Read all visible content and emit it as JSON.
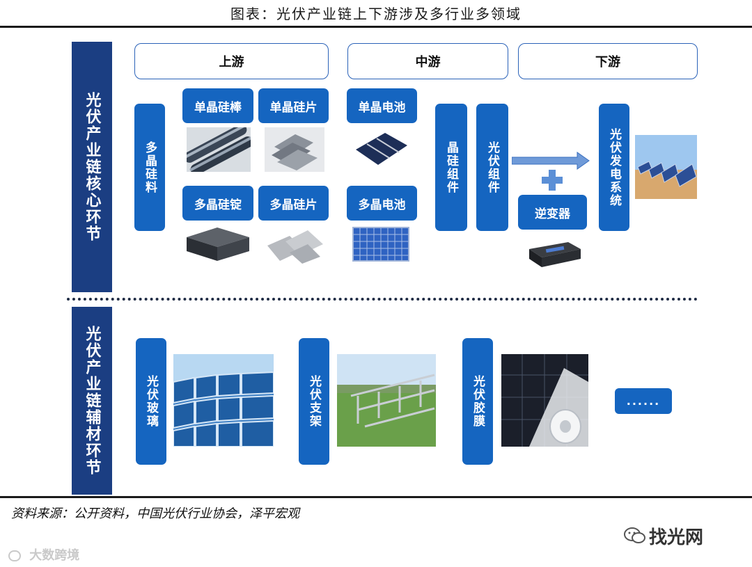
{
  "title": "图表：光伏产业链上下游涉及多行业多领域",
  "sidebar_core": "光伏产业链核心环节",
  "sidebar_aux": "光伏产业链辅材环节",
  "stages": {
    "upstream": "上游",
    "midstream": "中游",
    "downstream": "下游"
  },
  "core": {
    "poly_material": "多晶硅料",
    "mono_rod": "单晶硅棒",
    "mono_wafer": "单晶硅片",
    "poly_ingot": "多晶硅锭",
    "poly_wafer": "多晶硅片",
    "mono_cell": "单晶电池",
    "poly_cell": "多晶电池",
    "crystal_module": "晶硅组件",
    "pv_module": "光伏组件",
    "inverter": "逆变器",
    "pv_generation": "光伏发电系统"
  },
  "aux": {
    "glass": "光伏玻璃",
    "bracket": "光伏支架",
    "film": "光伏胶膜",
    "more": "......"
  },
  "source": "资料来源：公开资料，中国光伏行业协会，泽平宏观",
  "brand": "找光网",
  "watermark": "大数跨境",
  "colors": {
    "navy": "#1b3e82",
    "blue": "#1565c0",
    "stage_border": "#2a62b8"
  }
}
